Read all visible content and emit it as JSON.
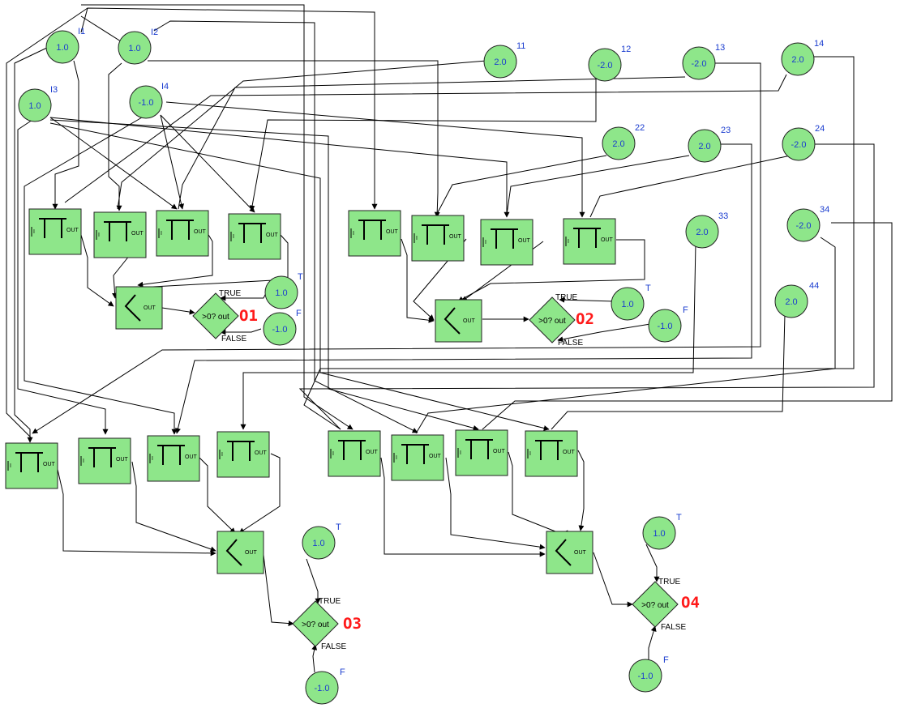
{
  "inputs": [
    {
      "label": "I1",
      "value": "1.0"
    },
    {
      "label": "I2",
      "value": "1.0"
    },
    {
      "label": "I3",
      "value": "1.0"
    },
    {
      "label": "I4",
      "value": "-1.0"
    }
  ],
  "weights": [
    {
      "label": "11",
      "value": "2.0"
    },
    {
      "label": "12",
      "value": "-2.0"
    },
    {
      "label": "13",
      "value": "-2.0"
    },
    {
      "label": "14",
      "value": "2.0"
    },
    {
      "label": "22",
      "value": "2.0"
    },
    {
      "label": "23",
      "value": "2.0"
    },
    {
      "label": "24",
      "value": "-2.0"
    },
    {
      "label": "33",
      "value": "2.0"
    },
    {
      "label": "34",
      "value": "-2.0"
    },
    {
      "label": "44",
      "value": "2.0"
    }
  ],
  "constants": [
    {
      "label": "T",
      "value": "1.0"
    },
    {
      "label": "F",
      "value": "-1.0"
    },
    {
      "label": "T",
      "value": "1.0"
    },
    {
      "label": "F",
      "value": "-1.0"
    },
    {
      "label": "T",
      "value": "1.0"
    },
    {
      "label": "F",
      "value": "-1.0"
    },
    {
      "label": "T",
      "value": "1.0"
    },
    {
      "label": "F",
      "value": "-1.0"
    }
  ],
  "block_text": {
    "product_in": "I",
    "out": "OUT",
    "comparator": ">0? out",
    "true_label": "TRUE",
    "false_label": "FALSE"
  },
  "outputs": [
    "O1",
    "O2",
    "O3",
    "O4"
  ]
}
